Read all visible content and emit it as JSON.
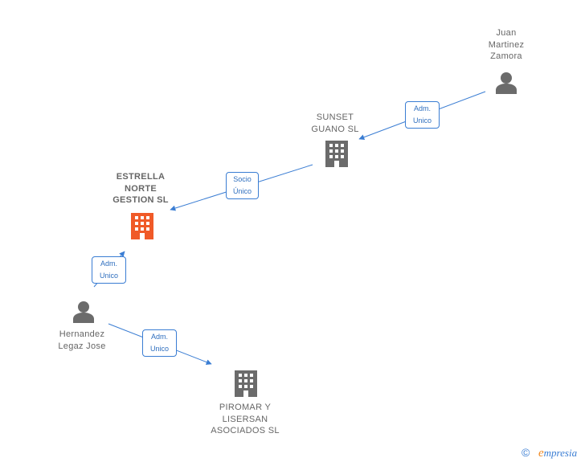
{
  "nodes": {
    "juan": {
      "label": "Juan\nMartinez\nZamora",
      "icon": "person-icon"
    },
    "sunset": {
      "label": "SUNSET\nGUANO SL",
      "icon": "building-icon"
    },
    "estrella": {
      "label": "ESTRELLA\nNORTE\nGESTION SL",
      "icon": "building-icon",
      "color": "#f05a28"
    },
    "hernandez": {
      "label": "Hernandez\nLegaz Jose",
      "icon": "person-icon"
    },
    "piromar": {
      "label": "PIROMAR Y\nLISERSAN\nASOCIADOS SL",
      "icon": "building-icon"
    }
  },
  "edges": {
    "juan_sunset": {
      "label": "Adm.\nUnico"
    },
    "sunset_estrella": {
      "label": "Socio\nÚnico"
    },
    "hernandez_estrella": {
      "label": "Adm.\nUnico"
    },
    "hernandez_piromar": {
      "label": "Adm.\nUnico"
    }
  },
  "colors": {
    "edge": "#3a7dd3",
    "icon": "#6b6b6b",
    "focus": "#f05a28"
  },
  "footer": {
    "copyright": "©",
    "brand_first": "e",
    "brand_rest": "mpresia"
  }
}
